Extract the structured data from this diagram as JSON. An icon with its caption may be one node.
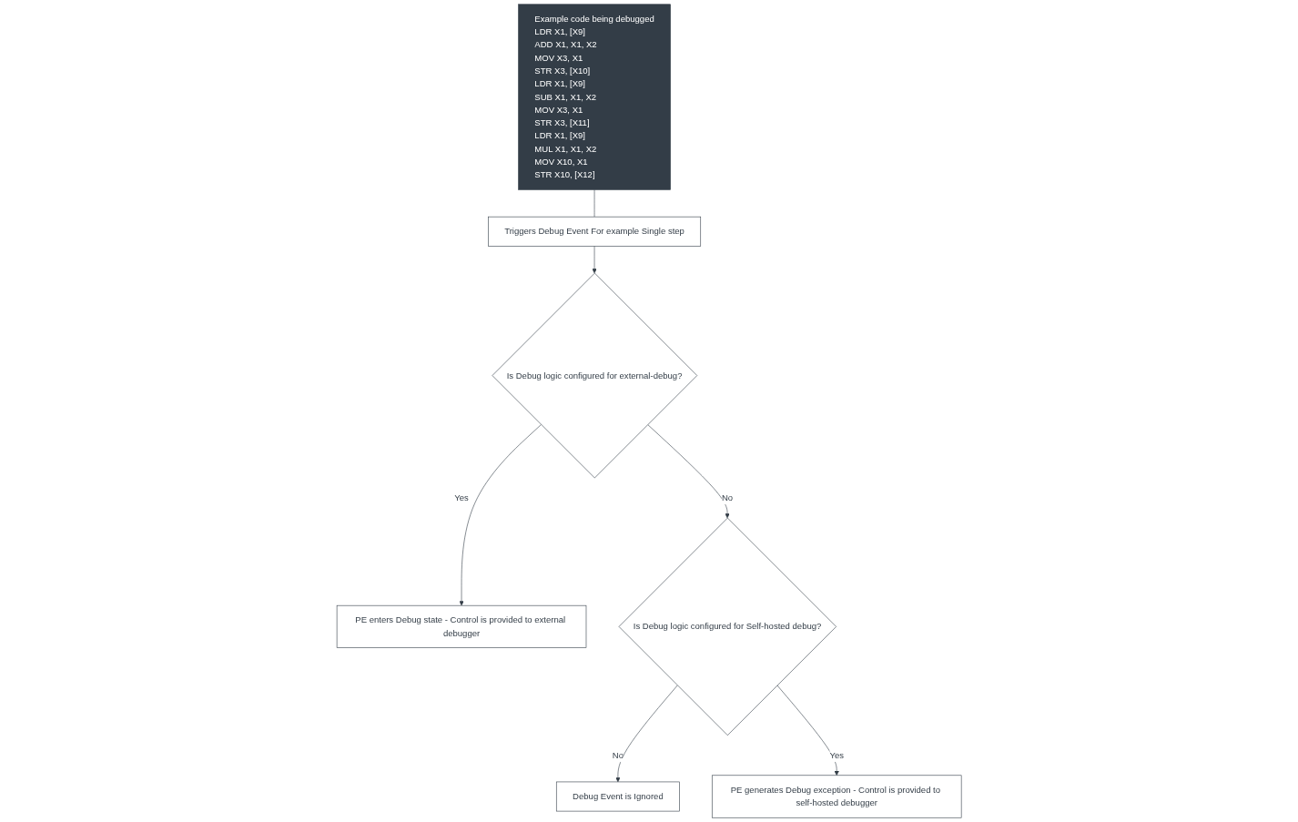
{
  "diagram": {
    "nodes": [
      {
        "text": [
          "Example code being debugged",
          "LDR X1, [X9]",
          "ADD X1, X1, X2",
          "MOV X3, X1",
          "STR X3, [X10]",
          "LDR X1, [X9]",
          "SUB X1, X1, X2",
          "MOV X3, X1",
          "STR X3, [X11]",
          "LDR X1, [X9]",
          "MUL X1, X1, X2",
          "MOV X10, X1",
          "STR X10, [X12]"
        ]
      },
      {
        "text": [
          "Triggers Debug Event For example Single step"
        ]
      },
      {
        "text": [
          "Is Debug logic configured for external-debug?"
        ]
      },
      {
        "text": [
          "PE enters Debug state - Control is provided to external debugger"
        ]
      },
      {
        "text": [
          "Is Debug logic configured for Self-hosted debug?"
        ]
      },
      {
        "text": [
          "Debug Event is Ignored"
        ]
      },
      {
        "text": [
          "PE generates Debug exception - Control is provided to self-hosted debugger"
        ]
      }
    ],
    "edges": [
      {
        "from": 0,
        "to": 1,
        "arrow": "none"
      },
      {
        "from": 1,
        "to": 2,
        "arrow": "to"
      },
      {
        "from": 2,
        "to": 3,
        "label": "Yes",
        "arrow": "to"
      },
      {
        "from": 2,
        "to": 4,
        "label": "No",
        "arrow": "to"
      },
      {
        "from": 4,
        "to": 5,
        "label": "No",
        "arrow": "to"
      },
      {
        "from": 4,
        "to": 6,
        "label": "Yes",
        "arrow": "to"
      }
    ]
  }
}
